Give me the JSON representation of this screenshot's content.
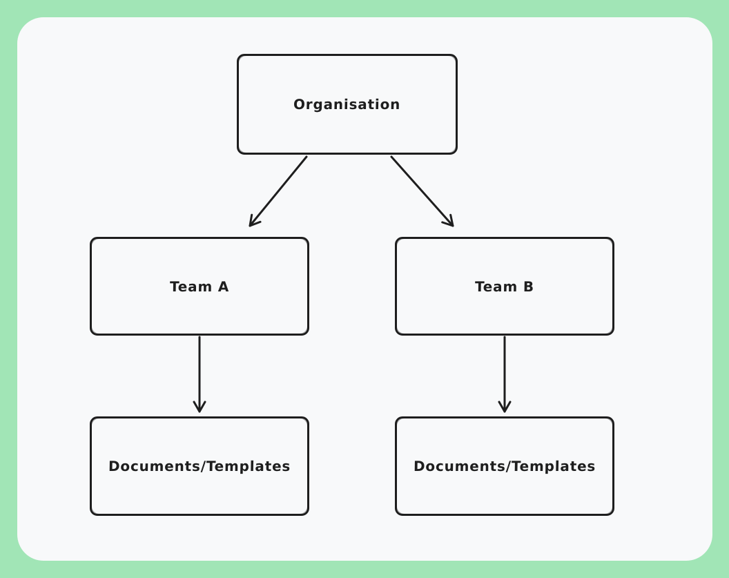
{
  "diagram": {
    "title": "Organisation structure diagram",
    "style": "hand-drawn whiteboard (Excalidraw-like)",
    "colors": {
      "frame_background": "#a1e5b6",
      "canvas_background": "#f8f9fa",
      "stroke": "#1e1e1e",
      "text": "#1e1e1e"
    },
    "nodes": [
      {
        "id": "organisation",
        "label": "Organisation"
      },
      {
        "id": "team-a",
        "label": "Team A"
      },
      {
        "id": "team-b",
        "label": "Team B"
      },
      {
        "id": "docs-a",
        "label": "Documents/Templates"
      },
      {
        "id": "docs-b",
        "label": "Documents/Templates"
      }
    ],
    "edges": [
      {
        "from": "organisation",
        "to": "team-a",
        "arrow": "end"
      },
      {
        "from": "organisation",
        "to": "team-b",
        "arrow": "end"
      },
      {
        "from": "team-a",
        "to": "docs-a",
        "arrow": "end"
      },
      {
        "from": "team-b",
        "to": "docs-b",
        "arrow": "end"
      }
    ]
  }
}
